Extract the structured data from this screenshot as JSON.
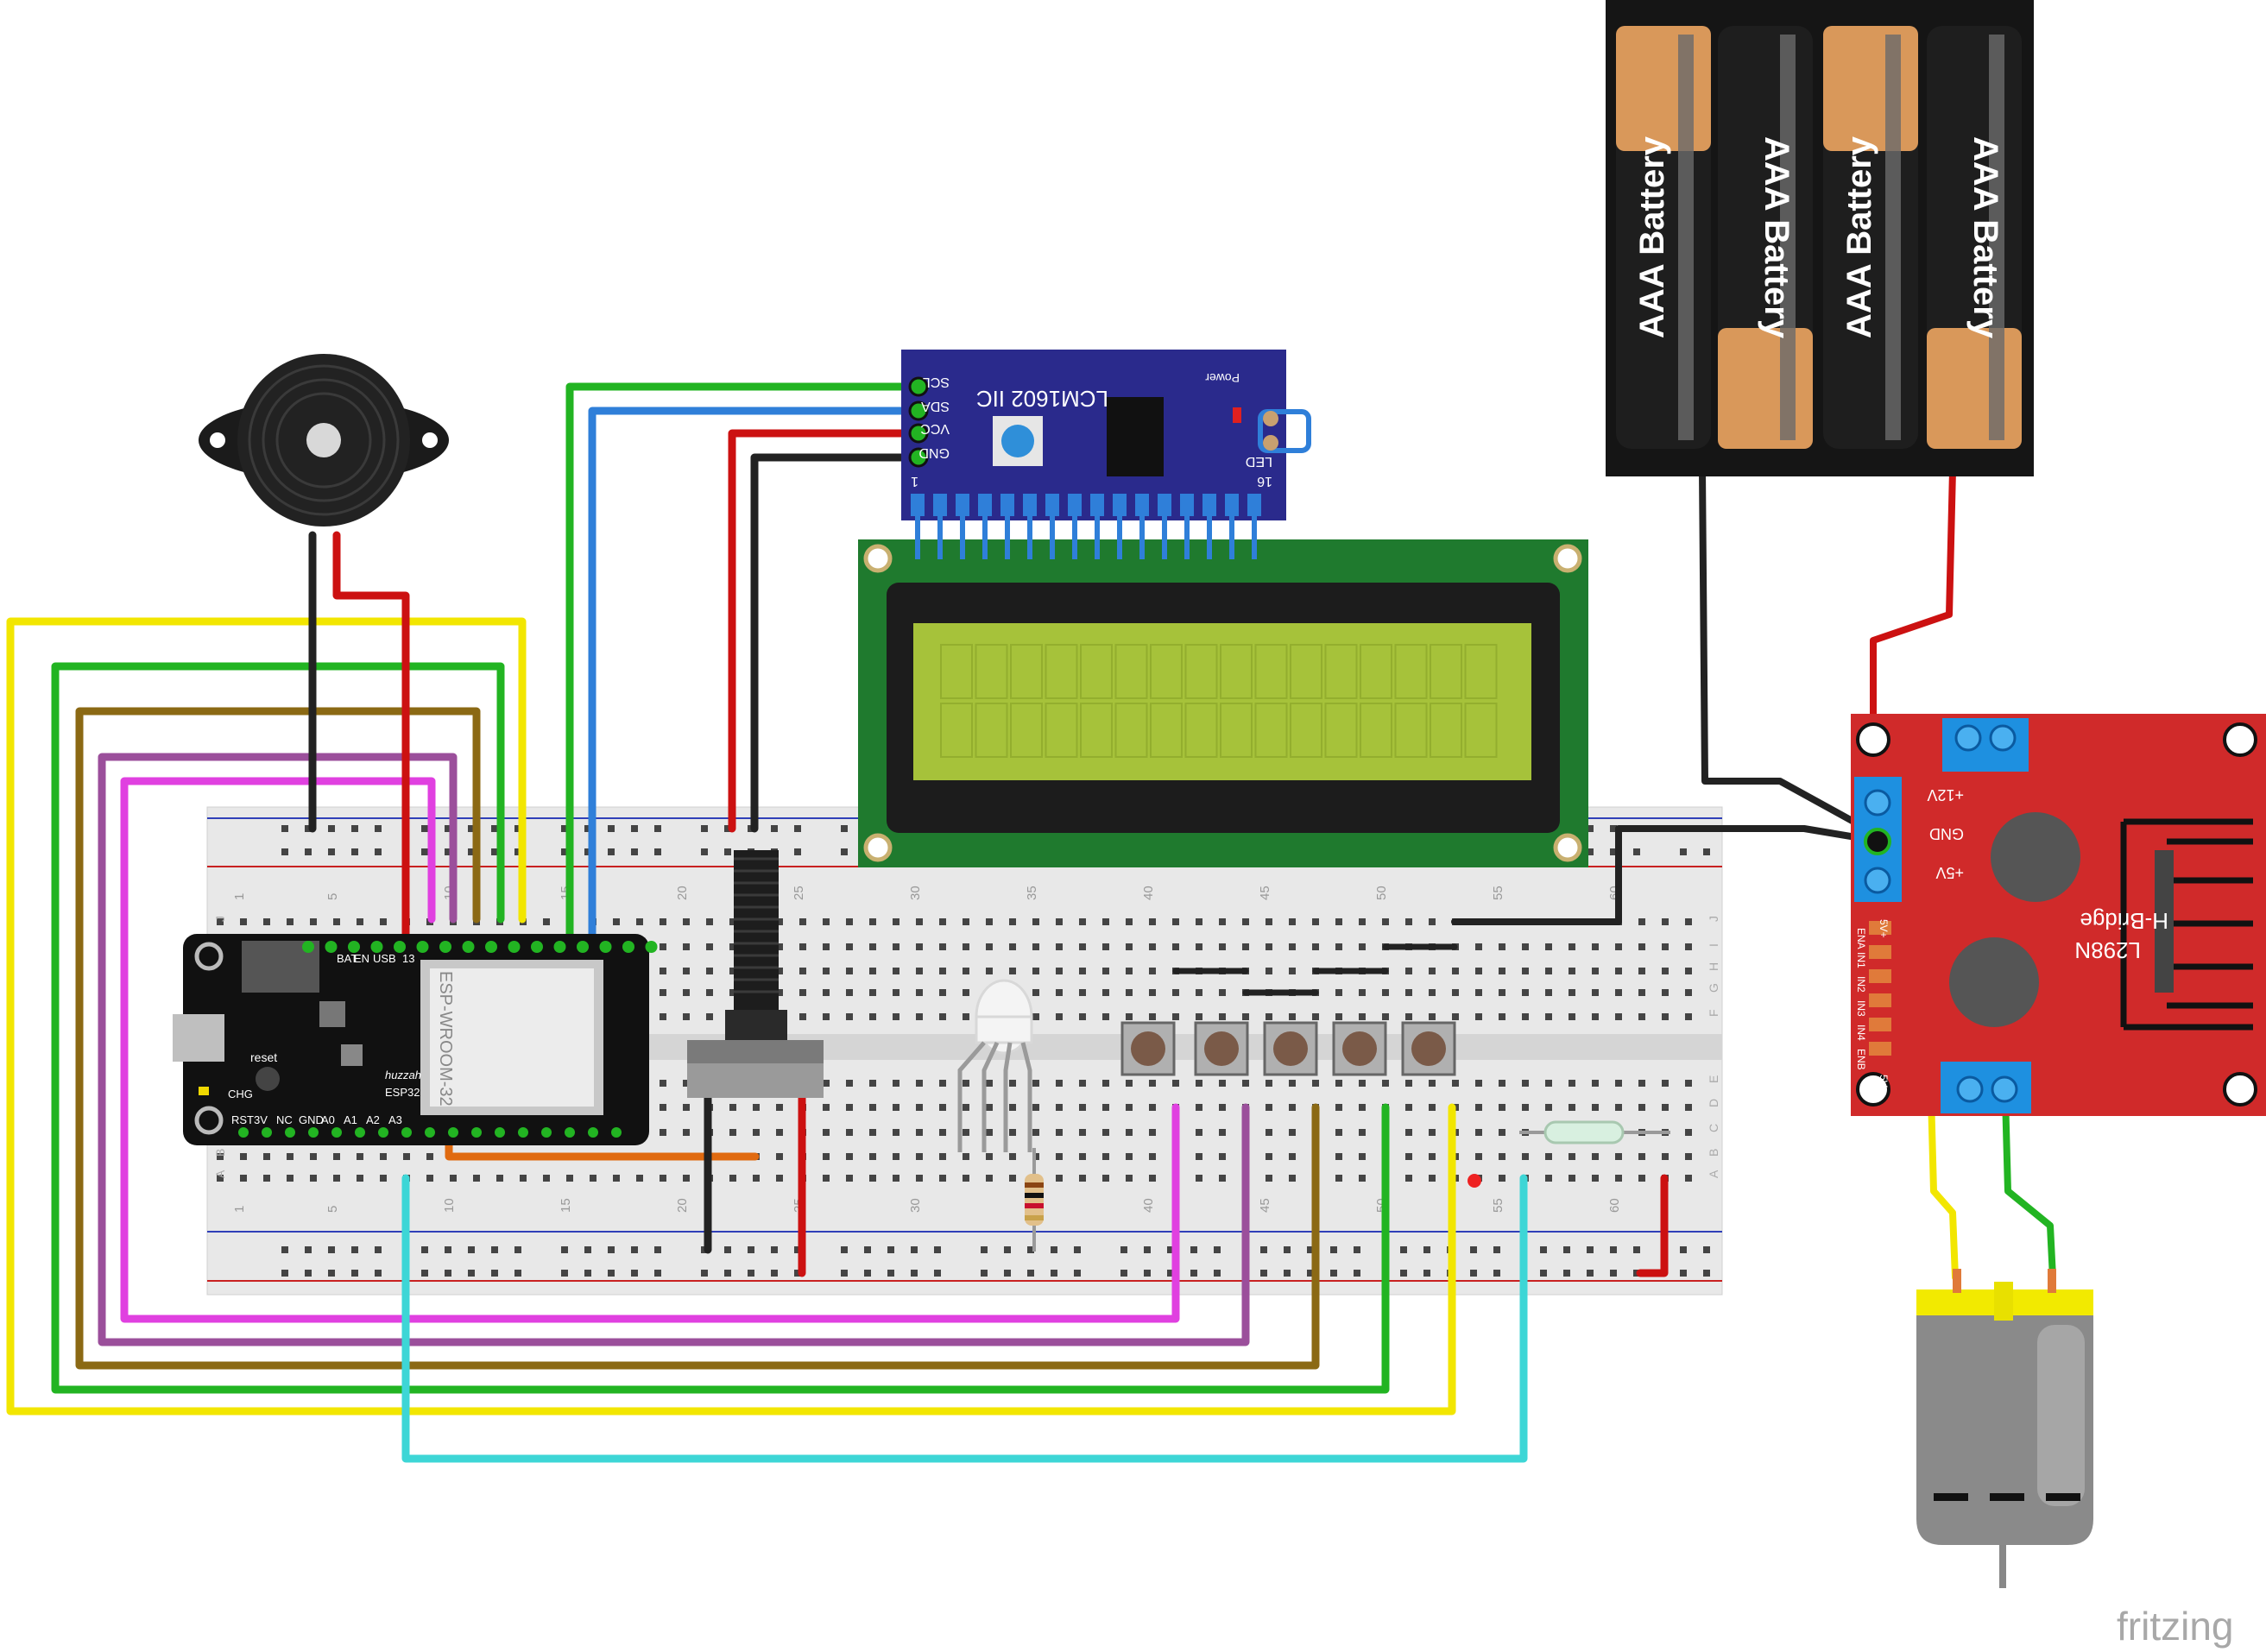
{
  "lcd_backpack": {
    "title": "LCM1602 IIC",
    "power_label": "Power",
    "led_label": "LED",
    "pin1_label": "1",
    "pin16_label": "16",
    "pins": [
      "SCL",
      "SDA",
      "VCC",
      "GND"
    ]
  },
  "batteries": [
    "AAA Battery",
    "AAA Battery",
    "AAA Battery",
    "AAA Battery"
  ],
  "hbridge": {
    "title_line1": "H-Bridge",
    "title_line2": "L298N",
    "pin_12v": "+12V",
    "pin_gnd": "GND",
    "pin_5v": "+5V",
    "left_pins": [
      "ENA",
      "IN1",
      "IN2",
      "IN3",
      "IN4",
      "ENB"
    ],
    "five_v_a": "5V+",
    "five_v_b": "5V+"
  },
  "esp32": {
    "module_text": "ESP-WROOM-32",
    "top_labels": [
      "BAT",
      "EN",
      "USB",
      "13"
    ],
    "bottom_labels": [
      "RST",
      "3V",
      "NC",
      "GND",
      "A0",
      "A1",
      "A2",
      "A3"
    ],
    "reset_label": "reset",
    "chg_label": "CHG",
    "board_label": "ESP32",
    "huzzah_label": "huzzah"
  },
  "breadboard": {
    "col_numbers_top": [
      "1",
      "5",
      "10",
      "15",
      "20",
      "25",
      "30",
      "35",
      "40",
      "45",
      "50",
      "55",
      "60"
    ],
    "col_numbers_bottom": [
      "1",
      "5",
      "10",
      "15",
      "20",
      "25",
      "30",
      "35",
      "40",
      "45",
      "50",
      "55",
      "60"
    ],
    "row_letters_top": [
      "J",
      "I",
      "H",
      "G",
      "F"
    ],
    "row_letters_bottom": [
      "E",
      "D",
      "C",
      "B",
      "A"
    ]
  },
  "watermark": "fritzing",
  "colors": {
    "wire_yellow": "#f2e600",
    "wire_green": "#22b422",
    "wire_brown": "#8b6914",
    "wire_purple": "#9b4f9b",
    "wire_magenta": "#e040e0",
    "wire_red": "#cc1111",
    "wire_black": "#222222",
    "wire_blue": "#2f7fd9",
    "wire_cyan": "#3dd6d6",
    "wire_orange": "#e06a10",
    "lcd_pcb": "#1f7a2e",
    "lcd_screen": "#a6c23a",
    "backpack_pcb": "#2a2a8c",
    "hbridge_pcb": "#d02a2a"
  }
}
